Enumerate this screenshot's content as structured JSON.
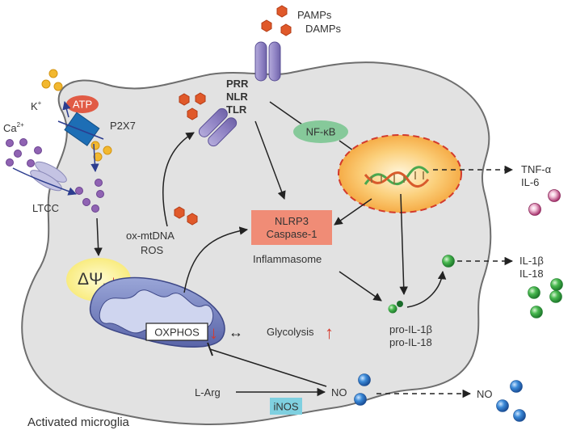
{
  "labels": {
    "pamps": "PAMPs",
    "damps": "DAMPs",
    "prr": "PRR",
    "nlr": "NLR",
    "tlr": "TLR",
    "k_ion": "K",
    "k_charge": "+",
    "atp": "ATP",
    "ca_ion": "Ca",
    "ca_charge": "2+",
    "p2x7": "P2X7",
    "ltcc": "LTCC",
    "nfkb": "NF-κB",
    "tnf": "TNF-α",
    "il6": "IL-6",
    "nlrp3": "NLRP3",
    "caspase": "Caspase-1",
    "inflammasome": "Inflammasome",
    "il1b": "IL-1β",
    "il18": "IL-18",
    "ox_mtdna": "ox-mtDNA",
    "ros": "ROS",
    "delta_psi": "ΔΨ",
    "delta_psi_sub": "m",
    "oxphos": "OXPHOS",
    "glycolysis": "Glycolysis",
    "pro_il1b": "pro-IL-1β",
    "pro_il18": "pro-IL-18",
    "l_arg": "L-Arg",
    "inos": "iNOS",
    "no_inside": "NO",
    "no_outside": "NO",
    "cell": "Activated microglia",
    "down_arrow": "↓",
    "up_arrow": "↑",
    "double_arrow": "↔"
  },
  "colors": {
    "cell_fill": "#e2e2e2",
    "cell_stroke": "#6e6e6e",
    "receptor": "#9b8fc8",
    "pamp_hex": "#e0592a",
    "k_ion": "#f2b830",
    "ca_ion": "#9063b3",
    "atp": "#e15b45",
    "p2x7": "#1d6eb5",
    "ltcc": "#c4c3e3",
    "nfkb": "#86c99a",
    "nucleus": "#f8b24a",
    "nucleus_border": "#d33a2c",
    "nlrp3": "#f08c76",
    "il1b_green": "#3fae49",
    "cytokine_pink": "#b8387a",
    "no_blue": "#2a7ac4",
    "inos": "#7fd0e0",
    "mito": "#7885c0",
    "psi_yellow": "#fbf09a",
    "red_arrow": "#d63a2d"
  }
}
